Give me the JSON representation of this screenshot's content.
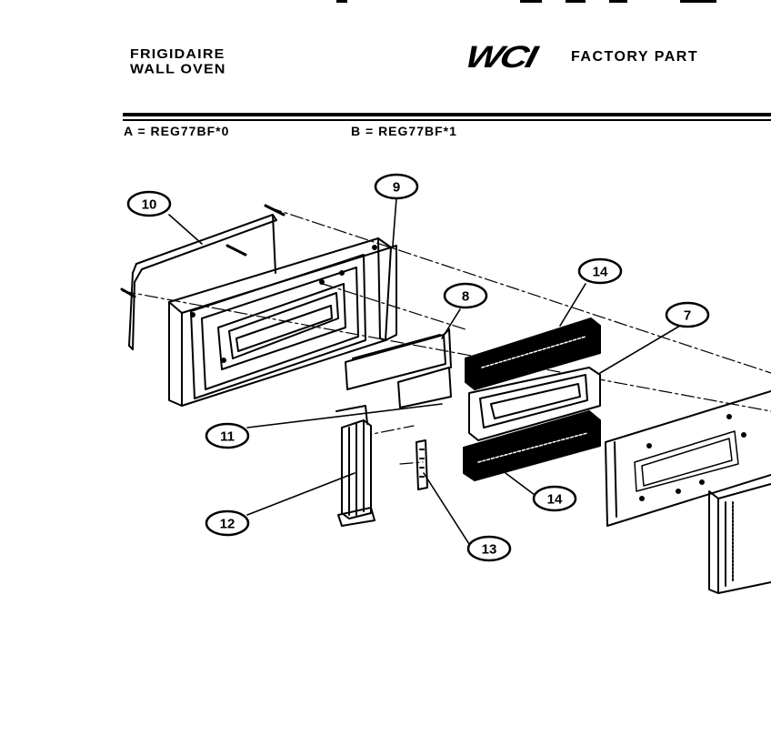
{
  "header": {
    "brand_line1": "FRIGIDAIRE",
    "brand_line2": "WALL OVEN",
    "logo_text": "WCI",
    "factory_text": "FACTORY PART"
  },
  "models": {
    "a": "A = REG77BF*0",
    "b": "B = REG77BF*1"
  },
  "callouts": {
    "c10": "10",
    "c9": "9",
    "c8": "8",
    "c14_top": "14",
    "c7": "7",
    "c11": "11",
    "c12": "12",
    "c14_bottom": "14",
    "c13": "13"
  },
  "colors": {
    "ink": "#000000",
    "paper": "#ffffff"
  }
}
